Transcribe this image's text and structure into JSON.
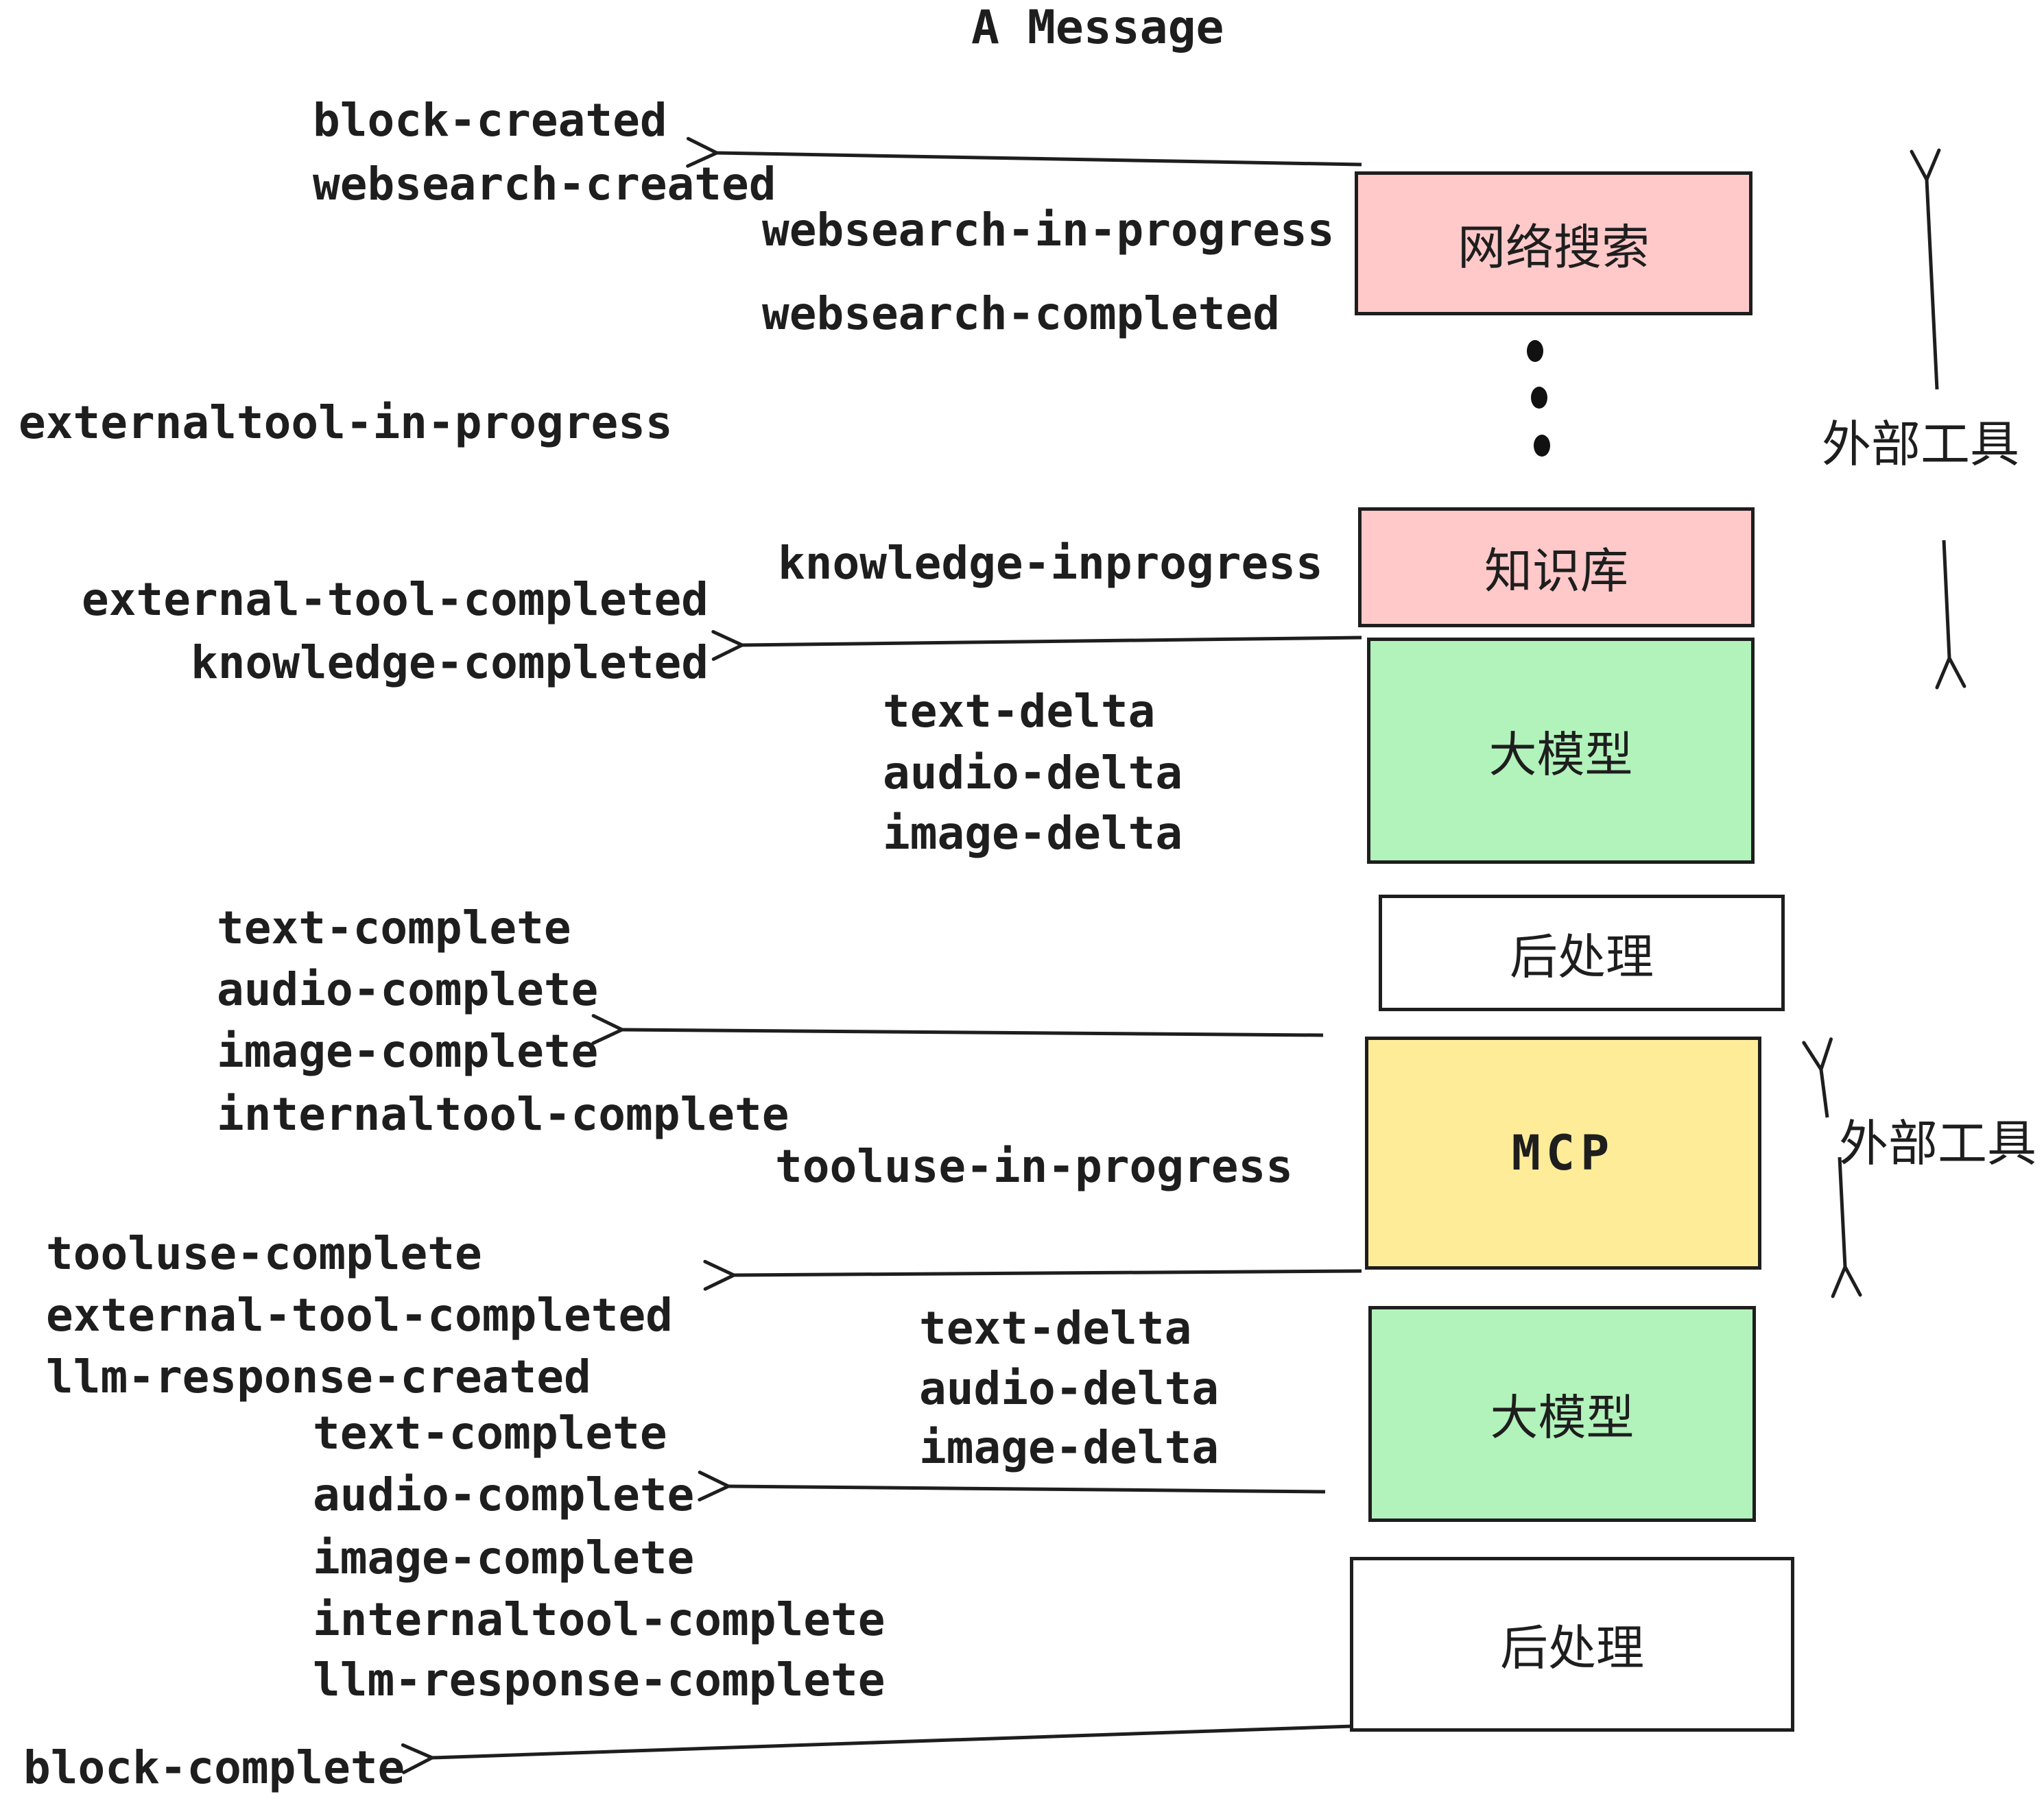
{
  "title": "A Message",
  "colors": {
    "ink": "#1e1e1e",
    "pink": "#ffc9c9",
    "green": "#b2f2bb",
    "yellow": "#ffec99",
    "white": "#ffffff"
  },
  "boxes": {
    "websearch": {
      "label": "网络搜索",
      "fill": "#ffc9c9"
    },
    "knowledge": {
      "label": "知识库",
      "fill": "#ffc9c9"
    },
    "llm1": {
      "label": "大模型",
      "fill": "#b2f2bb"
    },
    "post1": {
      "label": "后处理",
      "fill": "#ffffff"
    },
    "mcp": {
      "label": "MCP",
      "fill": "#ffec99"
    },
    "llm2": {
      "label": "大模型",
      "fill": "#b2f2bb"
    },
    "post2": {
      "label": "后处理",
      "fill": "#ffffff"
    }
  },
  "events": {
    "block_created": "block-created",
    "websearch_created": "websearch-created",
    "websearch_in_progress": "websearch-in-progress",
    "websearch_completed": "websearch-completed",
    "externaltool_in_progress": "externaltool-in-progress",
    "knowledge_inprogress": "knowledge-inprogress",
    "external_tool_completed_1": "external-tool-completed",
    "knowledge_completed": "knowledge-completed",
    "text_delta_1": "text-delta",
    "audio_delta_1": "audio-delta",
    "image_delta_1": "image-delta",
    "text_complete_1": "text-complete",
    "audio_complete_1": "audio-complete",
    "image_complete_1": "image-complete",
    "internaltool_complete_1": "internaltool-complete",
    "tooluse_in_progress": "tooluse-in-progress",
    "tooluse_complete": "tooluse-complete",
    "external_tool_completed_2": "external-tool-completed",
    "llm_response_created": "llm-response-created",
    "text_delta_2": "text-delta",
    "audio_delta_2": "audio-delta",
    "image_delta_2": "image-delta",
    "text_complete_2": "text-complete",
    "audio_complete_2": "audio-complete",
    "image_complete_2": "image-complete",
    "internaltool_complete_2": "internaltool-complete",
    "llm_response_complete": "llm-response-complete",
    "block_complete": "block-complete"
  },
  "annotations": {
    "external_tools_1": "外部工具",
    "external_tools_2": "外部工具"
  },
  "icons": {
    "vertical_ellipsis": "vertical-ellipsis-dots",
    "arrow_style": "open-chevron-left-arrow"
  }
}
